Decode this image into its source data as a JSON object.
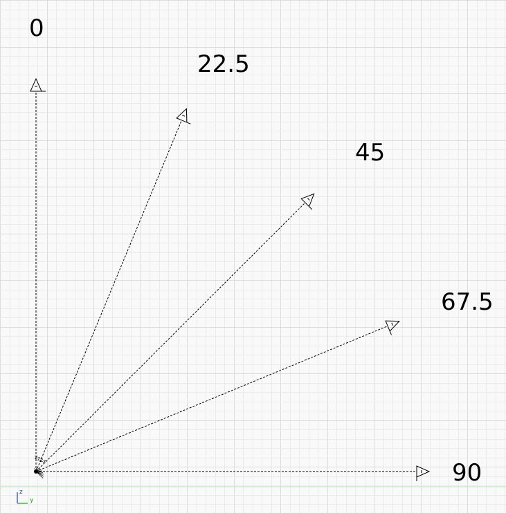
{
  "viewport": {
    "background": "#f9f9f9",
    "grid_minor_color": "#ebebeb",
    "grid_major_color": "#dcdcdc",
    "ground_line_color": "#b8e6b8"
  },
  "arrows": [
    {
      "angle_deg": 0,
      "label": "0"
    },
    {
      "angle_deg": 22.5,
      "label": "22.5"
    },
    {
      "angle_deg": 45,
      "label": "45"
    },
    {
      "angle_deg": 67.5,
      "label": "67.5"
    },
    {
      "angle_deg": 90,
      "label": "90"
    }
  ],
  "axis_indicator": {
    "vertical_axis": "z",
    "horizontal_axis": "y",
    "vertical_color": "#1a3fd0",
    "horizontal_color": "#1aa01a"
  },
  "line_color": "#000000",
  "icons": {
    "arrowhead": "cone-arrowhead-icon",
    "origin": "origin-cluster-icon",
    "axis": "axis-triad-icon"
  }
}
